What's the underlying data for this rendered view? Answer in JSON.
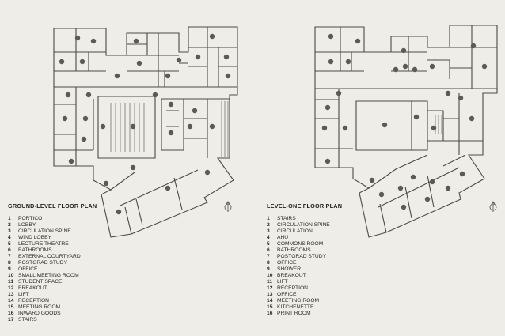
{
  "ground_plan": {
    "title": "GROUND-LEVEL FLOOR PLAN",
    "items": [
      {
        "num": "1",
        "label": "PORTICO"
      },
      {
        "num": "2",
        "label": "LOBBY"
      },
      {
        "num": "3",
        "label": "CIRCULATION SPINE"
      },
      {
        "num": "4",
        "label": "WIND LOBBY"
      },
      {
        "num": "5",
        "label": "LECTURE THEATRE"
      },
      {
        "num": "6",
        "label": "BATHROOMS"
      },
      {
        "num": "7",
        "label": "EXTERNAL COURTYARD"
      },
      {
        "num": "8",
        "label": "POSTGRAD STUDY"
      },
      {
        "num": "9",
        "label": "OFFICE"
      },
      {
        "num": "10",
        "label": "SMALL MEETING ROOM"
      },
      {
        "num": "11",
        "label": "STUDENT SPACE"
      },
      {
        "num": "12",
        "label": "BREAKOUT"
      },
      {
        "num": "13",
        "label": "LIFT"
      },
      {
        "num": "14",
        "label": "RECEPTION"
      },
      {
        "num": "15",
        "label": "MEETING ROOM"
      },
      {
        "num": "16",
        "label": "INWARD GOODS"
      },
      {
        "num": "17",
        "label": "STAIRS"
      }
    ]
  },
  "level_one_plan": {
    "title": "LEVEL-ONE FLOOR PLAN",
    "items": [
      {
        "num": "1",
        "label": "STAIRS"
      },
      {
        "num": "2",
        "label": "CIRCULATION SPINE"
      },
      {
        "num": "3",
        "label": "CIRCULATION"
      },
      {
        "num": "4",
        "label": "AHU"
      },
      {
        "num": "5",
        "label": "COMMONS ROOM"
      },
      {
        "num": "6",
        "label": "BATHROOMS"
      },
      {
        "num": "7",
        "label": "POSTGRAD STUDY"
      },
      {
        "num": "8",
        "label": "OFFICE"
      },
      {
        "num": "9",
        "label": "SHOWER"
      },
      {
        "num": "10",
        "label": "BREAKOUT"
      },
      {
        "num": "11",
        "label": "LIFT"
      },
      {
        "num": "12",
        "label": "RECEPTION"
      },
      {
        "num": "13",
        "label": "OFFICE"
      },
      {
        "num": "14",
        "label": "MEETING ROOM"
      },
      {
        "num": "15",
        "label": "KITCHENETTE"
      },
      {
        "num": "16",
        "label": "PRINT ROOM"
      }
    ]
  },
  "colors": {
    "background": "#efede7",
    "wall": "#4a4a4a",
    "marker": "#5a5a5a",
    "marker_text": "#ffffff"
  }
}
